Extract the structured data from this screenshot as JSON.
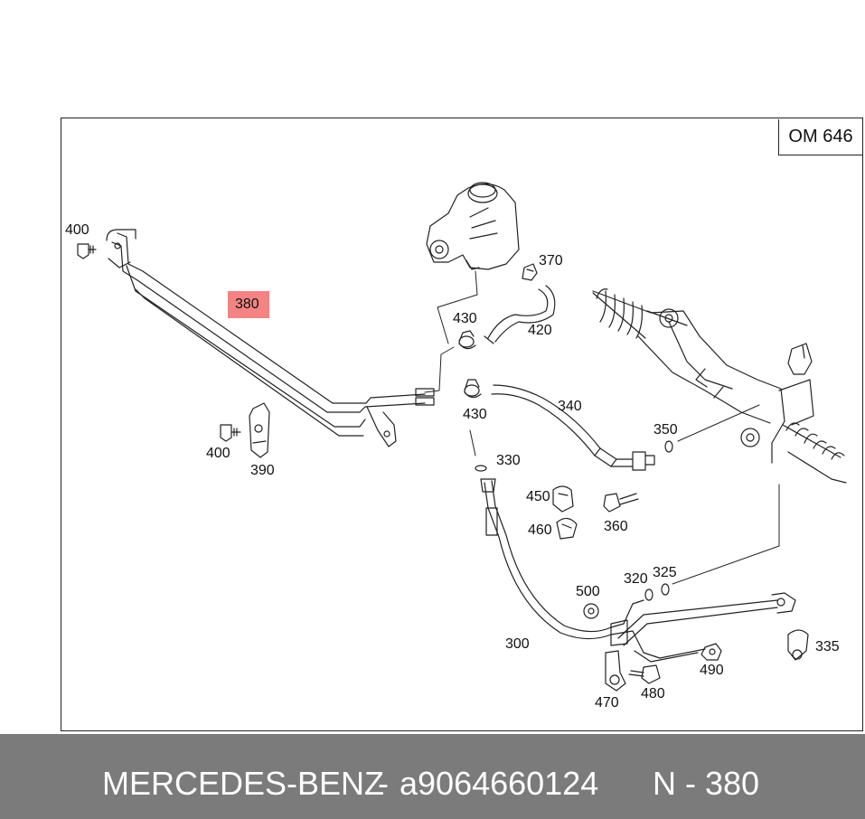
{
  "engine_code": "OM 646",
  "highlight": "380",
  "labels": {
    "l400a": "400",
    "l380": "380",
    "l400b": "400",
    "l390": "390",
    "l430a": "430",
    "l430b": "430",
    "l370": "370",
    "l420": "420",
    "l340": "340",
    "l350": "350",
    "l330": "330",
    "l450": "450",
    "l460": "460",
    "l360": "360",
    "l500": "500",
    "l320": "320",
    "l325": "325",
    "l300": "300",
    "l490": "490",
    "l335": "335",
    "l470": "470",
    "l480": "480"
  },
  "footer": {
    "brand": "MERCEDES-BENZ",
    "separator": "-",
    "part_number": "a9064660124",
    "position": "N - 380"
  },
  "colors": {
    "highlight": "#f05a5a",
    "footer_bg": "#7b7b7b",
    "line": "#222222"
  }
}
